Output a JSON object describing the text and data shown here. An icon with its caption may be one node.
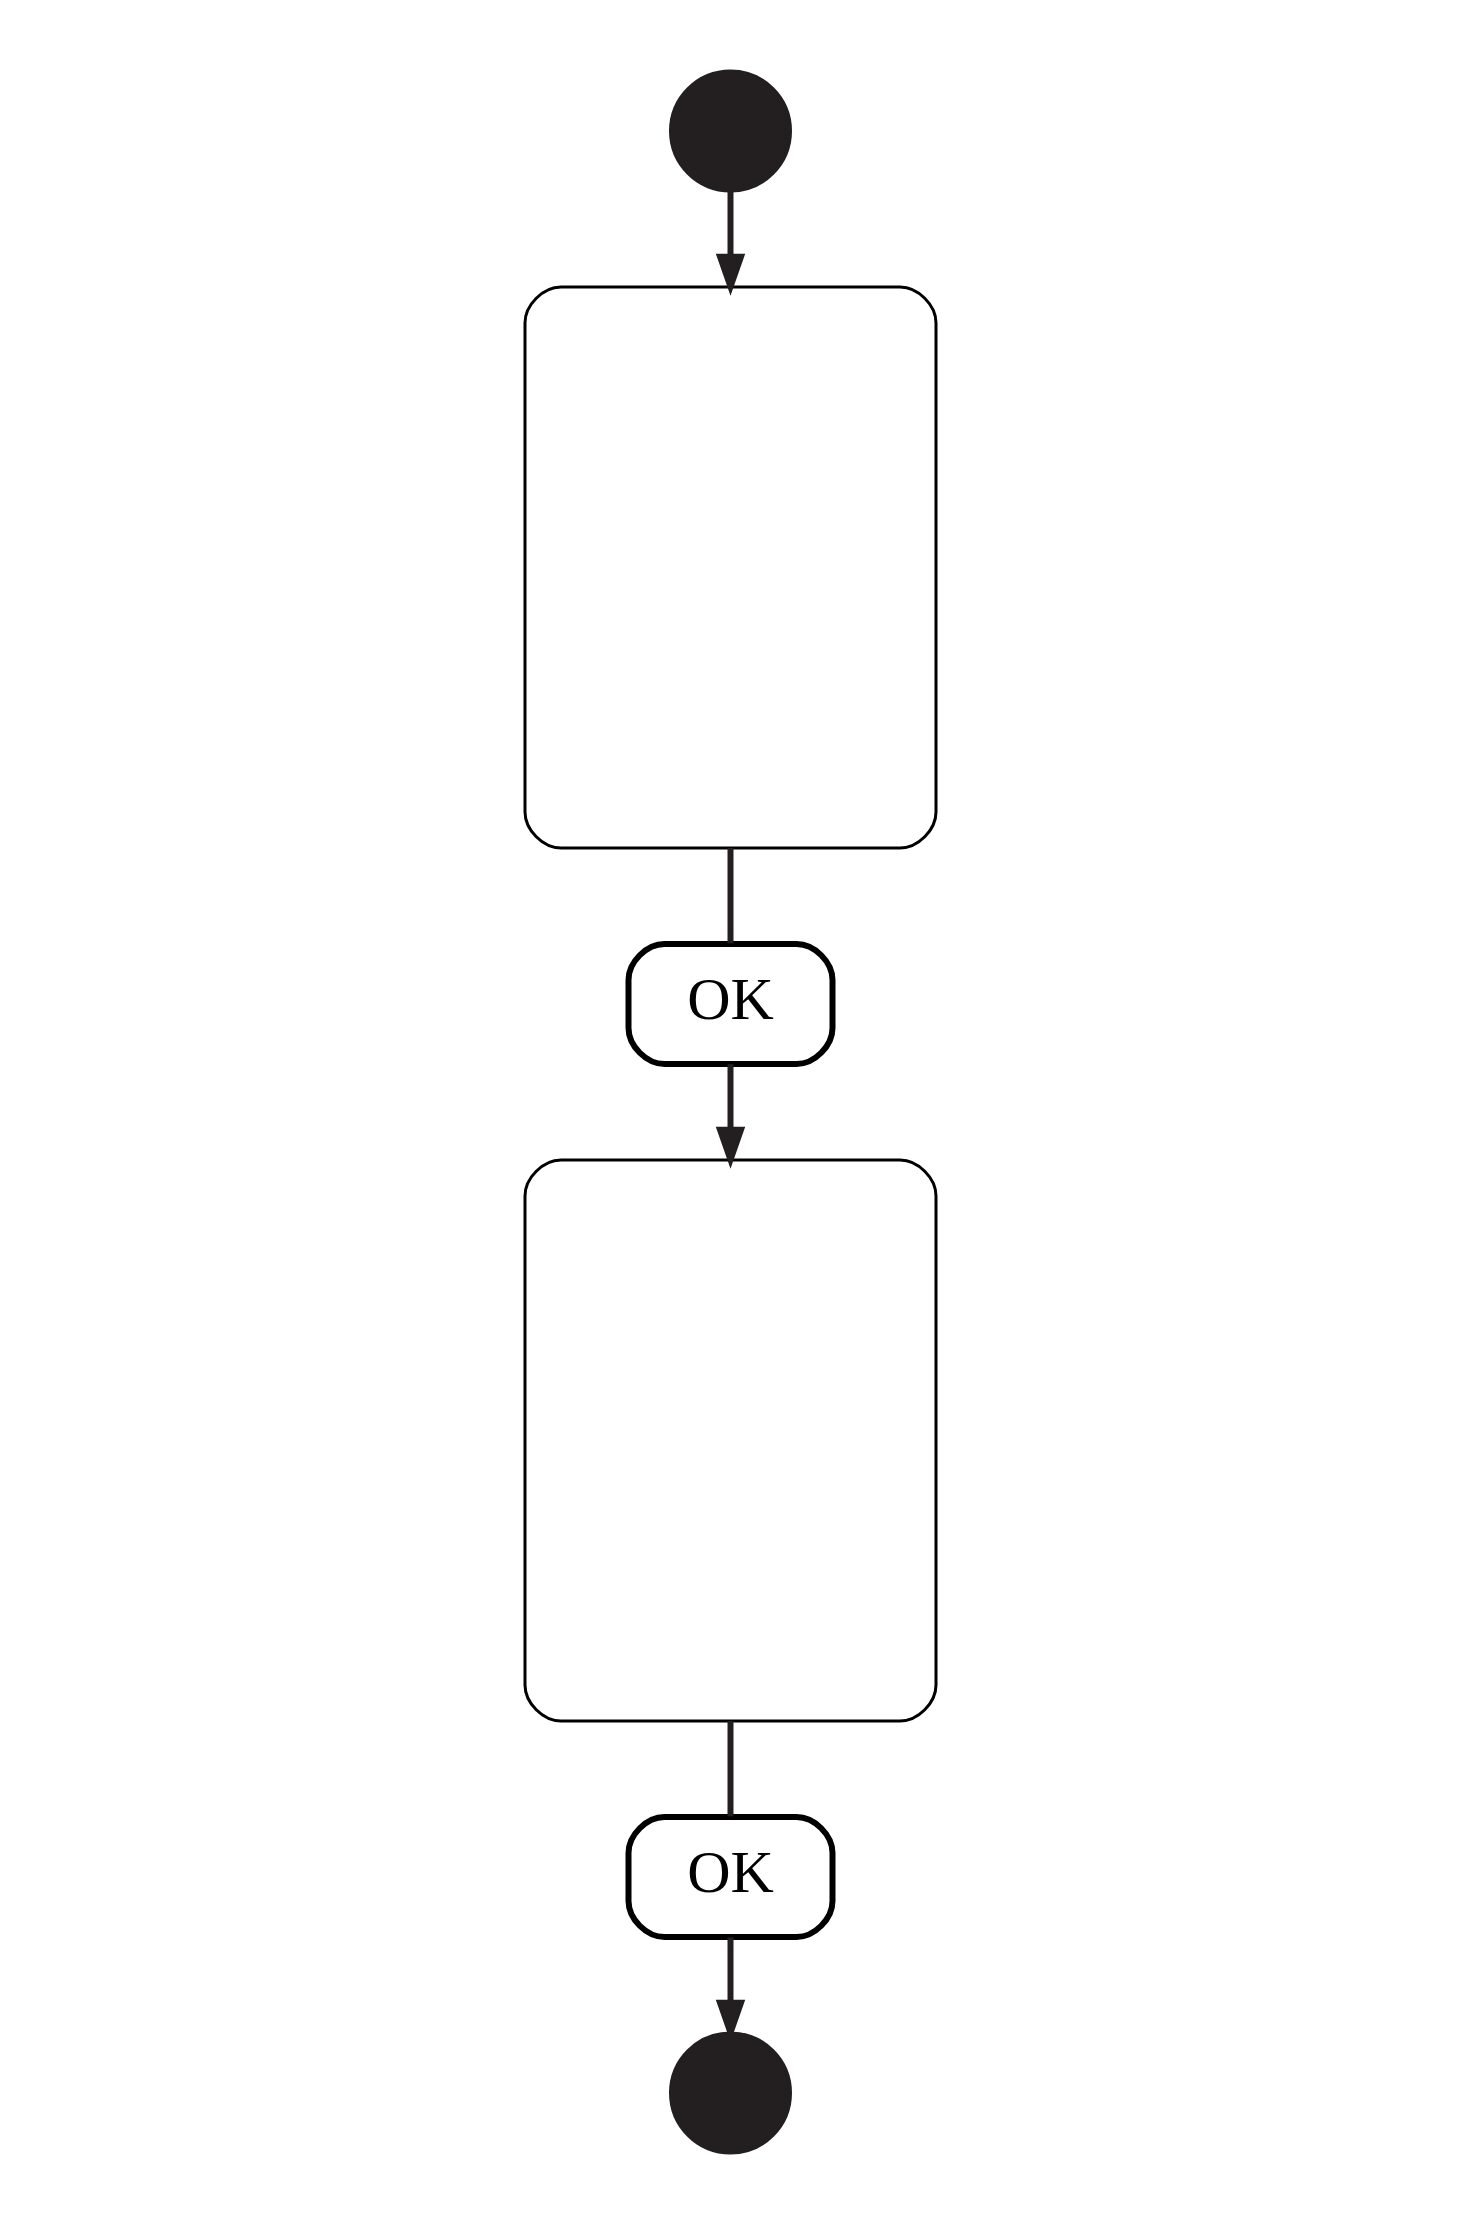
{
  "diagram": {
    "nodes": [
      {
        "text": [],
        "shape": "circle"
      },
      {
        "text": [],
        "shape": "box"
      },
      {
        "text": [
          "OK"
        ]
      },
      {
        "text": [],
        "shape": "box"
      },
      {
        "text": [
          "OK"
        ]
      },
      {
        "text": [],
        "shape": "circle"
      }
    ],
    "edges": [
      {
        "from": 0,
        "to": 1,
        "arrow": "to"
      },
      {
        "from": 1,
        "to": 2,
        "arrow": "none"
      },
      {
        "from": 2,
        "to": 3,
        "arrow": "to"
      },
      {
        "from": 3,
        "to": 4,
        "arrow": "none"
      },
      {
        "from": 4,
        "to": 5,
        "arrow": "to"
      }
    ]
  }
}
